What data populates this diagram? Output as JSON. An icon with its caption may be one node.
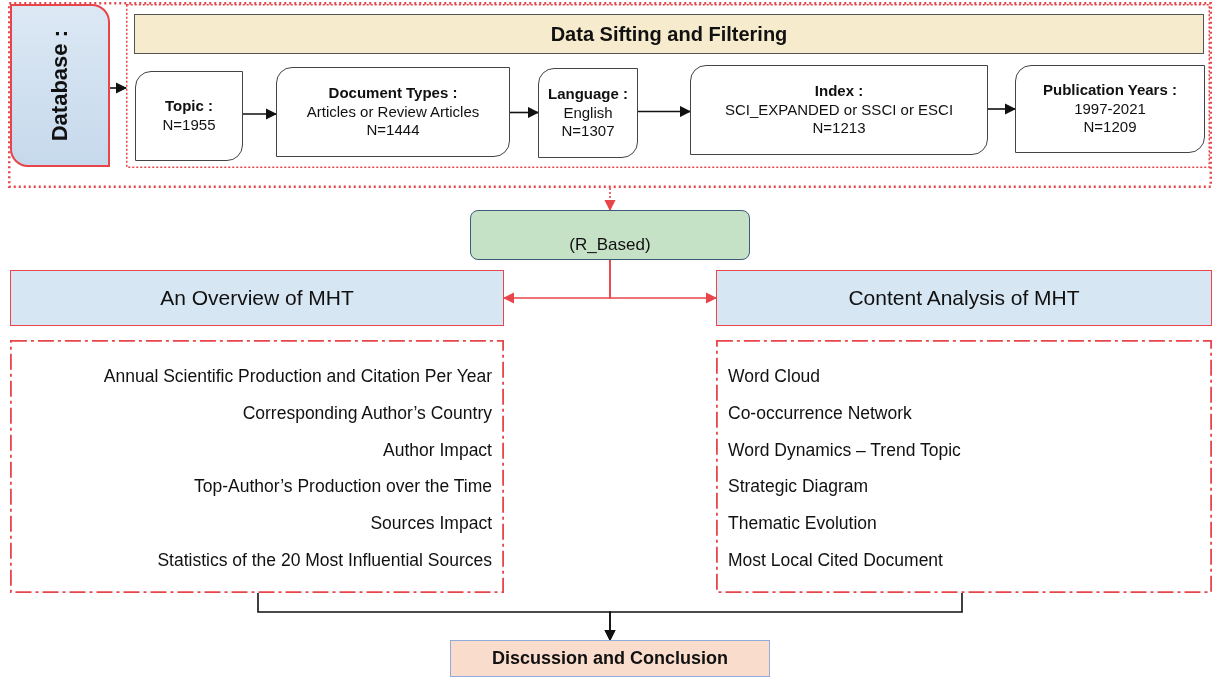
{
  "diagram": {
    "nodes": [
      {
        "text": [],
        "shape": "box"
      },
      {
        "text": [
          "Database :"
        ],
        "in": 0
      },
      {
        "text": [],
        "shape": "box",
        "in": 0
      },
      {
        "text": [
          "Data Sifting and Filtering"
        ],
        "in": 2
      },
      {
        "text": [
          "Topic :",
          "N=1955"
        ],
        "in": 2
      },
      {
        "text": [
          "Document Types :",
          "Articles or Review Articles",
          "N=1444"
        ],
        "in": 2
      },
      {
        "text": [
          "Language :",
          "English",
          "N=1307"
        ],
        "in": 2
      },
      {
        "text": [
          "Index :",
          "SCI_EXPANDED or SSCI or ESCI",
          "N=1213"
        ],
        "in": 2
      },
      {
        "text": [
          "Publication Years :",
          "1997-2021",
          "N=1209"
        ],
        "in": 2
      },
      {
        "text": [
          "(R_Based)"
        ]
      },
      {
        "text": [
          "An Overview of MHT"
        ]
      },
      {
        "text": [
          "Content Analysis of MHT"
        ]
      },
      {
        "text": [
          "Annual Scientific Production and Citation Per Year",
          "Corresponding Author’s Country",
          "Author Impact",
          "Top-Author’s Production over the Time",
          "Sources Impact",
          "Statistics of the 20 Most Influential Sources"
        ]
      },
      {
        "text": [
          "Word Cloud",
          "Co-occurrence Network",
          "Word Dynamics – Trend Topic",
          "Strategic Diagram",
          "Thematic Evolution",
          "Most Local Cited Document"
        ]
      },
      {
        "text": [
          "Discussion and Conclusion"
        ]
      }
    ],
    "edges": [
      {
        "from": 1,
        "to": 2,
        "arrow": "to"
      },
      {
        "from": 4,
        "to": 5,
        "arrow": "to"
      },
      {
        "from": 5,
        "to": 6,
        "arrow": "to"
      },
      {
        "from": 6,
        "to": 7,
        "arrow": "to"
      },
      {
        "from": 7,
        "to": 8,
        "arrow": "to"
      },
      {
        "from": 0,
        "to": 9,
        "arrow": "to",
        "style": "dashed",
        "color": "#e8454a"
      },
      {
        "from": 9,
        "to": 10,
        "arrow": "to",
        "color": "#e8454a"
      },
      {
        "from": 9,
        "to": 11,
        "arrow": "to",
        "color": "#e8454a"
      },
      {
        "from": 12,
        "to": 14,
        "arrow": "to"
      },
      {
        "from": 13,
        "to": 14,
        "arrow": "to"
      }
    ]
  }
}
